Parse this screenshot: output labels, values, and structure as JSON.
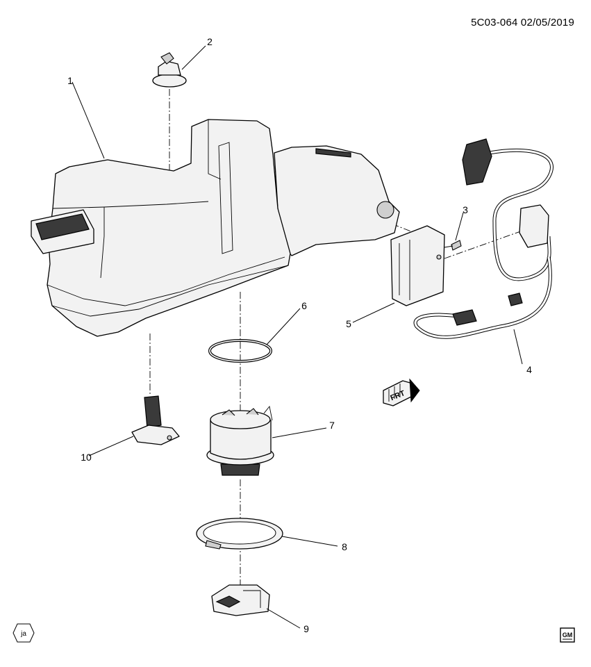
{
  "document": {
    "code": "5C03-064 02/05/2019"
  },
  "callouts": {
    "c1": "1",
    "c2": "2",
    "c3": "3",
    "c4": "4",
    "c5": "5",
    "c6": "6",
    "c7": "7",
    "c8": "8",
    "c9": "9",
    "c10": "10"
  },
  "direction_indicator": {
    "label": "FRT",
    "icon": "front-arrow-icon"
  },
  "footer": {
    "language_badge": "ja",
    "brand_logo": "gm-logo",
    "brand_text": "GM"
  }
}
